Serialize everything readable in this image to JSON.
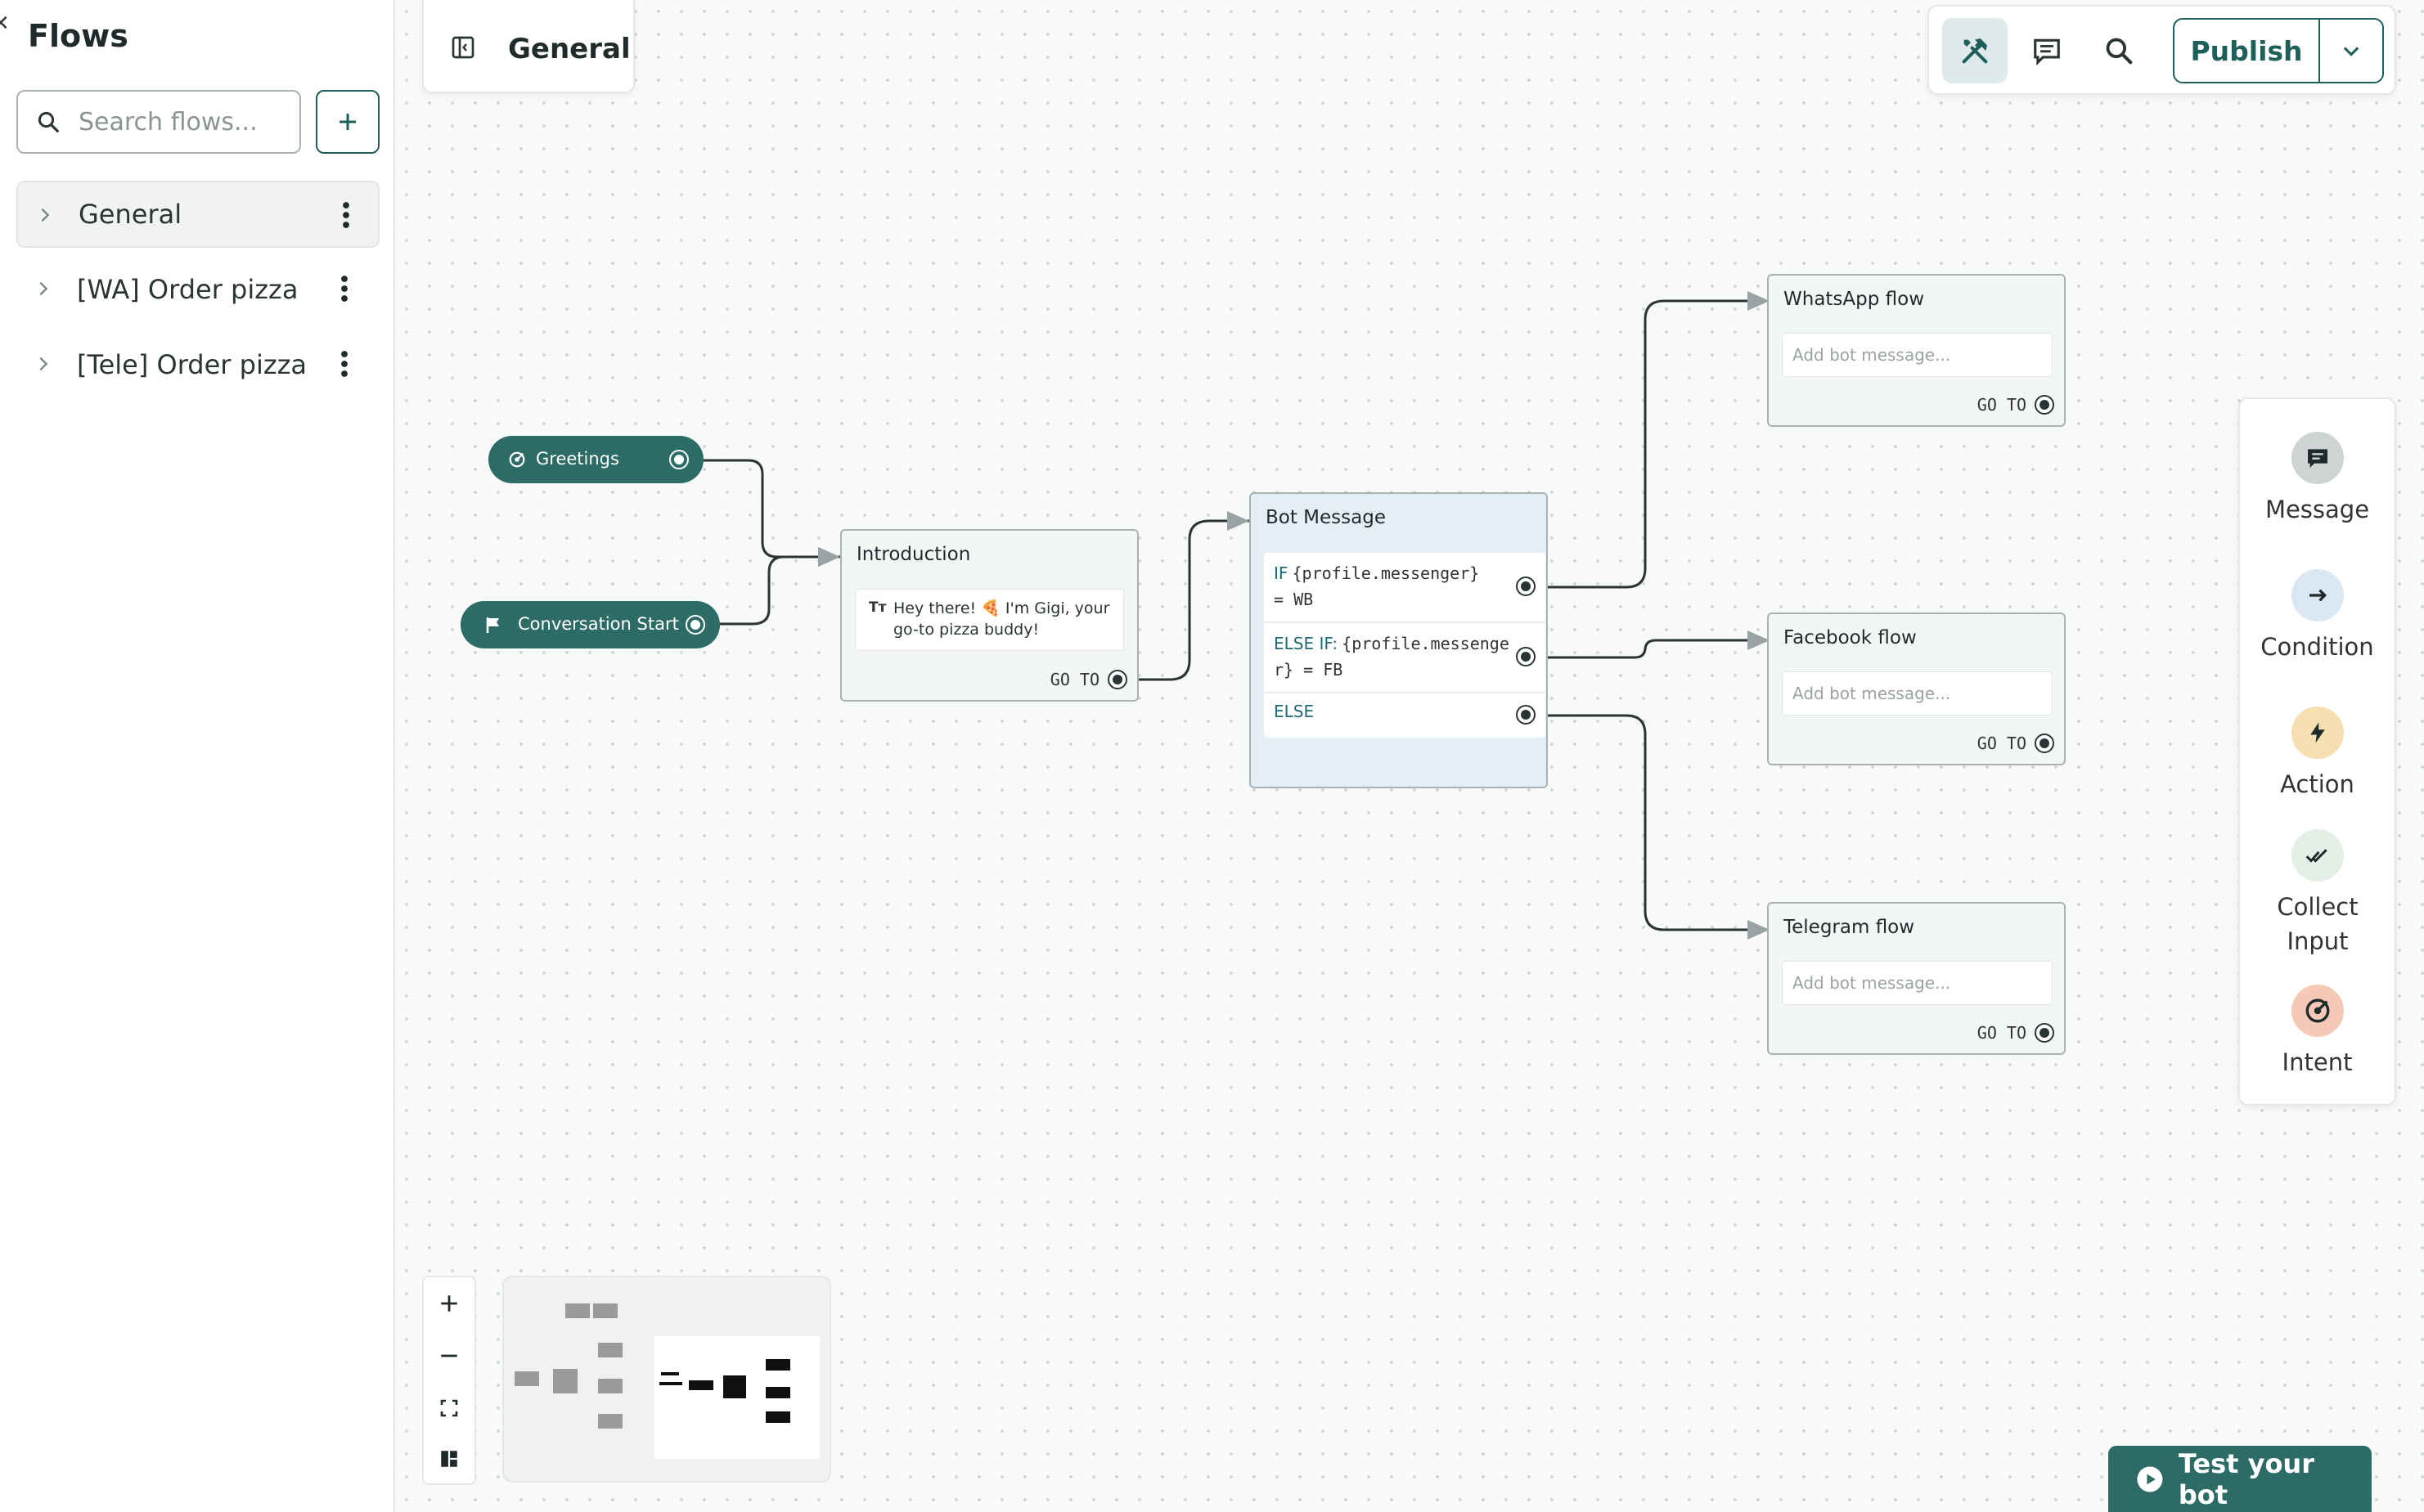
{
  "sidebar": {
    "title": "Flows",
    "search_placeholder": "Search flows...",
    "add_label": "+",
    "flows": [
      {
        "label": "General",
        "selected": true
      },
      {
        "label": "[WA] Order pizza",
        "selected": false
      },
      {
        "label": "[Tele] Order pizza",
        "selected": false
      }
    ]
  },
  "header": {
    "tab_title": "General"
  },
  "toolbar": {
    "publish_label": "Publish"
  },
  "palette": [
    {
      "label": "Message",
      "icon": "message-icon",
      "bg": "#cfd3d3"
    },
    {
      "label": "Condition",
      "icon": "arrow-right-icon",
      "bg": "#dbe8f3"
    },
    {
      "label": "Action",
      "icon": "lightning-icon",
      "bg": "#f6dfb0"
    },
    {
      "label": "Collect Input",
      "icon": "double-check-icon",
      "bg": "#e2eee6"
    },
    {
      "label": "Intent",
      "icon": "target-icon",
      "bg": "#f6c9b6"
    }
  ],
  "canvas": {
    "start_nodes": [
      {
        "label": "Greetings",
        "icon": "intent-icon"
      },
      {
        "label": "Conversation Start",
        "icon": "flag-icon"
      }
    ],
    "introduction": {
      "title": "Introduction",
      "message": "Hey there! 🍕 I'm Gigi, your go-to pizza buddy!",
      "text_icon": "Tт",
      "goto": "GO TO"
    },
    "bot_message": {
      "title": "Bot Message",
      "conditions": [
        {
          "keyword": "IF",
          "expr": "{profile.messenger} = WB"
        },
        {
          "keyword": "ELSE IF:",
          "expr": "{profile.messenger} = FB"
        },
        {
          "keyword": "ELSE",
          "expr": ""
        }
      ]
    },
    "targets": [
      {
        "title": "WhatsApp flow",
        "placeholder": "Add bot message...",
        "goto": "GO TO"
      },
      {
        "title": "Facebook flow",
        "placeholder": "Add bot message...",
        "goto": "GO TO"
      },
      {
        "title": "Telegram flow",
        "placeholder": "Add bot message...",
        "goto": "GO TO"
      }
    ]
  },
  "test_bot": {
    "label": "Test your bot"
  },
  "colors": {
    "brand": "#2d6b67",
    "brand_dark": "#1f5f5b",
    "bot_message_bg": "#e3eef7"
  }
}
